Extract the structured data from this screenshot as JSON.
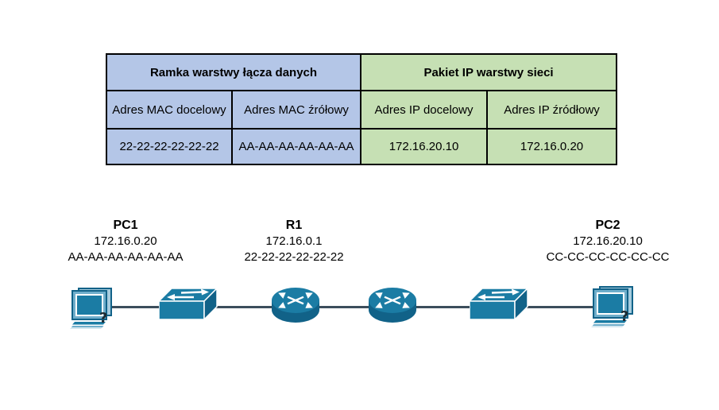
{
  "figure": {
    "table": {
      "group_headers": [
        {
          "label": "Ramka warstwy łącza danych"
        },
        {
          "label": "Pakiet IP warstwy sieci"
        }
      ],
      "column_headers": [
        "Adres MAC docelowy",
        "Adres MAC źrółowy",
        "Adres IP docelowy",
        "Adres IP źródłowy"
      ],
      "values": [
        "22-22-22-22-22-22",
        "AA-AA-AA-AA-AA-AA",
        "172.16.20.10",
        "172.16.0.20"
      ]
    },
    "topology": {
      "nodes": [
        {
          "name": "PC1",
          "ip": "172.16.0.20",
          "mac": "AA-AA-AA-AA-AA-AA"
        },
        {
          "name": "R1",
          "ip": "172.16.0.1",
          "mac": "22-22-22-22-22-22"
        },
        {
          "name": "PC2",
          "ip": "172.16.20.10",
          "mac": "CC-CC-CC-CC-CC-CC"
        }
      ],
      "devices_left_to_right": [
        "PC",
        "Switch",
        "Router",
        "Router",
        "Switch",
        "PC"
      ],
      "pc_unknown_mark": "?"
    }
  },
  "colors": {
    "table-blue": "#B4C6E7",
    "table-green": "#C6E0B4",
    "table-border": "#000000",
    "device-main": "#1B7CA4",
    "device-dark": "#116288",
    "device-light": "#6FAECB",
    "device-pale": "#A6CCDE",
    "link-line": "#3C4E5C",
    "text": "#000000"
  }
}
